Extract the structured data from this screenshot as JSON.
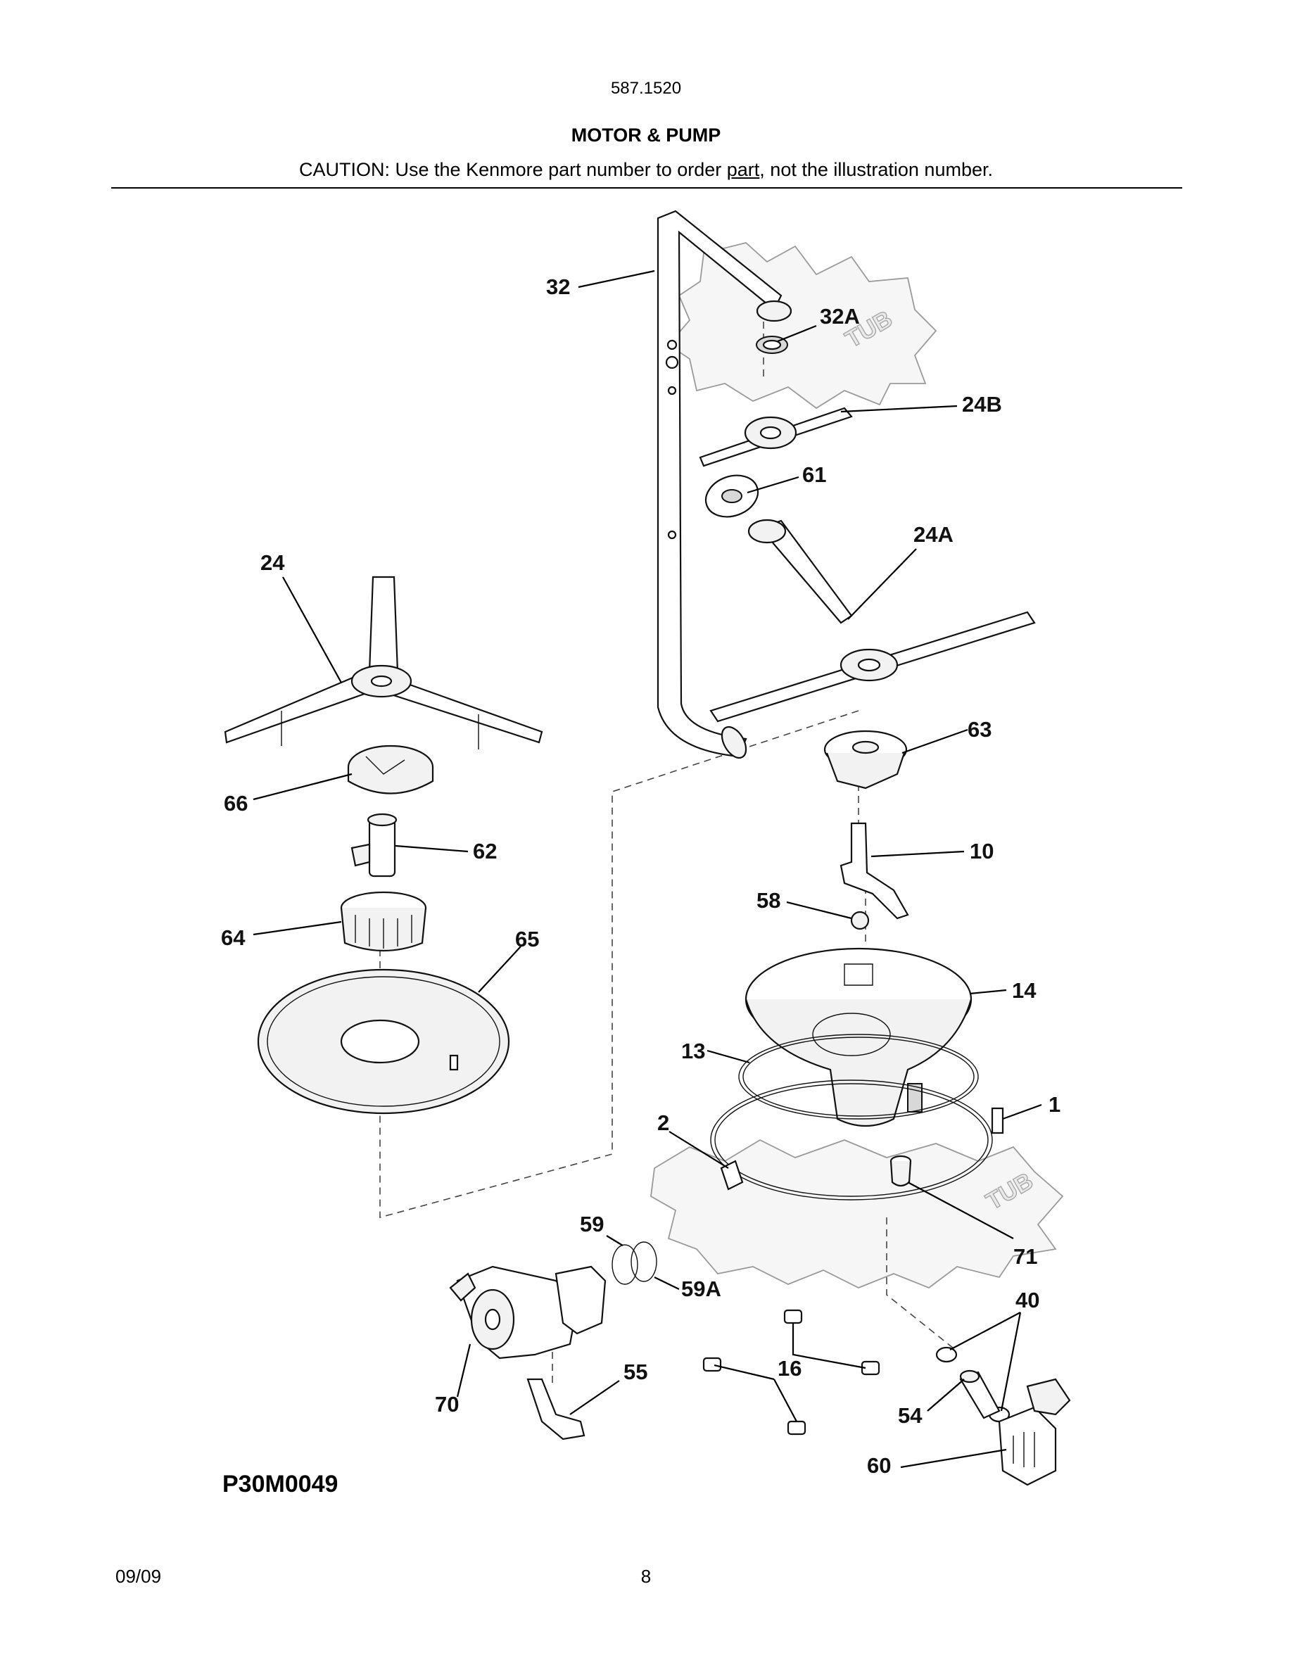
{
  "header": {
    "model_number": "587.1520",
    "title": "MOTOR & PUMP",
    "caution_prefix": "CAUTION: Use the Kenmore part number to order ",
    "caution_link": "part",
    "caution_suffix": ", not the illustration number."
  },
  "diagram": {
    "tub_label": "TUB",
    "callouts": {
      "c32": "32",
      "c32A": "32A",
      "c24B": "24B",
      "c61": "61",
      "c24A": "24A",
      "c24": "24",
      "c63": "63",
      "c66": "66",
      "c62": "62",
      "c10": "10",
      "c58": "58",
      "c64": "64",
      "c65": "65",
      "c14": "14",
      "c13": "13",
      "c1": "1",
      "c2": "2",
      "c71": "71",
      "c59": "59",
      "c59A": "59A",
      "c40": "40",
      "c16": "16",
      "c55": "55",
      "c70": "70",
      "c54": "54",
      "c60": "60"
    }
  },
  "footer": {
    "drawing_number": "P30M0049",
    "date": "09/09",
    "page_number": "8"
  }
}
